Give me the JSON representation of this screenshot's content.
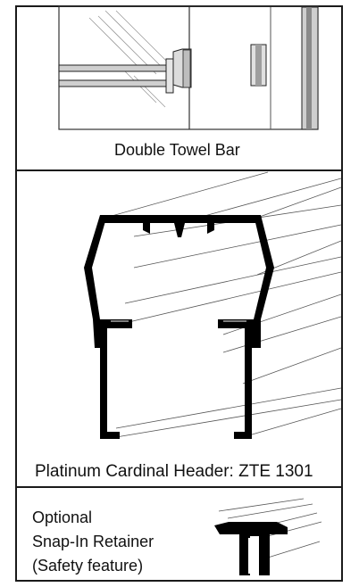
{
  "panels": {
    "towel_bar": {
      "caption": "Double Towel Bar"
    },
    "header": {
      "caption": "Platinum Cardinal Header: ZTE 1301"
    },
    "retainer": {
      "caption_lines": [
        "Optional",
        "Snap-In Retainer",
        "(Safety feature)"
      ]
    }
  },
  "colors": {
    "line": "#1a1a1a",
    "profile": "#000000",
    "glass_shade": "#dcdcdc",
    "background": "#ffffff"
  }
}
